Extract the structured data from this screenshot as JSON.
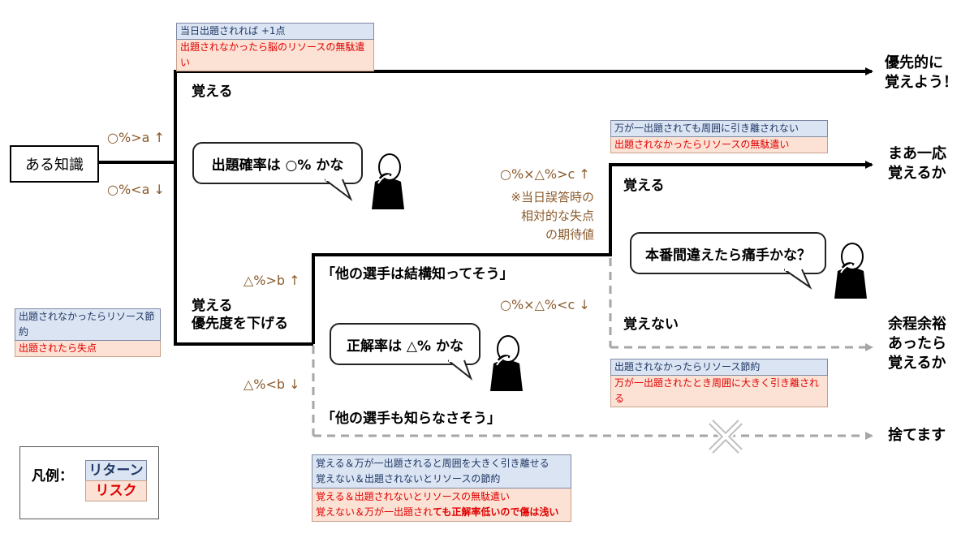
{
  "start": {
    "label": "ある知識"
  },
  "conditions": {
    "prob_high": "○%>a ↑",
    "prob_low": "○%<a ↓",
    "acc_high": "△%>b ↑",
    "acc_low": "△%<b ↓",
    "exp_high": "○%×△%>c ↑",
    "exp_low": "○%×△%<c ↓"
  },
  "note": {
    "line1": "※当日誤答時の",
    "line2": "相対的な失点",
    "line3": "の期待値"
  },
  "branches": {
    "memorize_top": "覚える",
    "lower_priority_1": "覚える",
    "lower_priority_2": "優先度を下げる",
    "memorize_mid": "覚える",
    "not_memorize": "覚えない",
    "others_know": "「他の選手は結構知ってそう」",
    "others_dont_know": "「他の選手も知らなさそう」"
  },
  "bubbles": {
    "probability": "出題確率は ○% かな",
    "accuracy": "正解率は △% かな",
    "painful": "本番間違えたら痛手かな？"
  },
  "outcomes": {
    "priority_1": "優先的に",
    "priority_2": "覚えよう！",
    "somewhat_1": "まあ一応",
    "somewhat_2": "覚えるか",
    "spare_1": "余程余裕",
    "spare_2": "あったら",
    "spare_3": "覚えるか",
    "discard": "捨てます"
  },
  "boxes": {
    "top": {
      "return": "当日出題されれば +1点",
      "risk": "出題されなかったら脳のリソースの無駄遣い"
    },
    "left": {
      "return": "出題されなかったらリソース節約",
      "risk": "出題されたら失点"
    },
    "mid_upper": {
      "return": "万が一出題されても周囲に引き離されない",
      "risk": "出題されなかったらリソースの無駄遣い"
    },
    "mid_lower": {
      "return": "出題されなかったらリソース節約",
      "risk": "万が一出題されたとき周囲に大きく引き離される"
    },
    "bottom": {
      "return_1": "覚える＆万が一出題されると周囲を大きく引き離せる",
      "return_2": "覚えない＆出題されないとリソースの節約",
      "risk_1": "覚える＆出題されないとリソースの無駄遣い",
      "risk_2_prefix": "覚えない＆万が一出題され",
      "risk_2_bold": "ても正解率低いので傷は浅い"
    }
  },
  "legend": {
    "title": "凡例：",
    "return": "リターン",
    "risk": "リスク"
  },
  "colors": {
    "return_bg": "#dbe4f3",
    "return_text": "#1f3864",
    "risk_bg": "#fbe2d5",
    "risk_text": "#e00000",
    "condition": "#8a5a2b",
    "dashed": "#a6a6a6"
  },
  "icons": [
    "thinking-person-icon",
    "cross-mark-icon",
    "arrow-right-icon"
  ]
}
